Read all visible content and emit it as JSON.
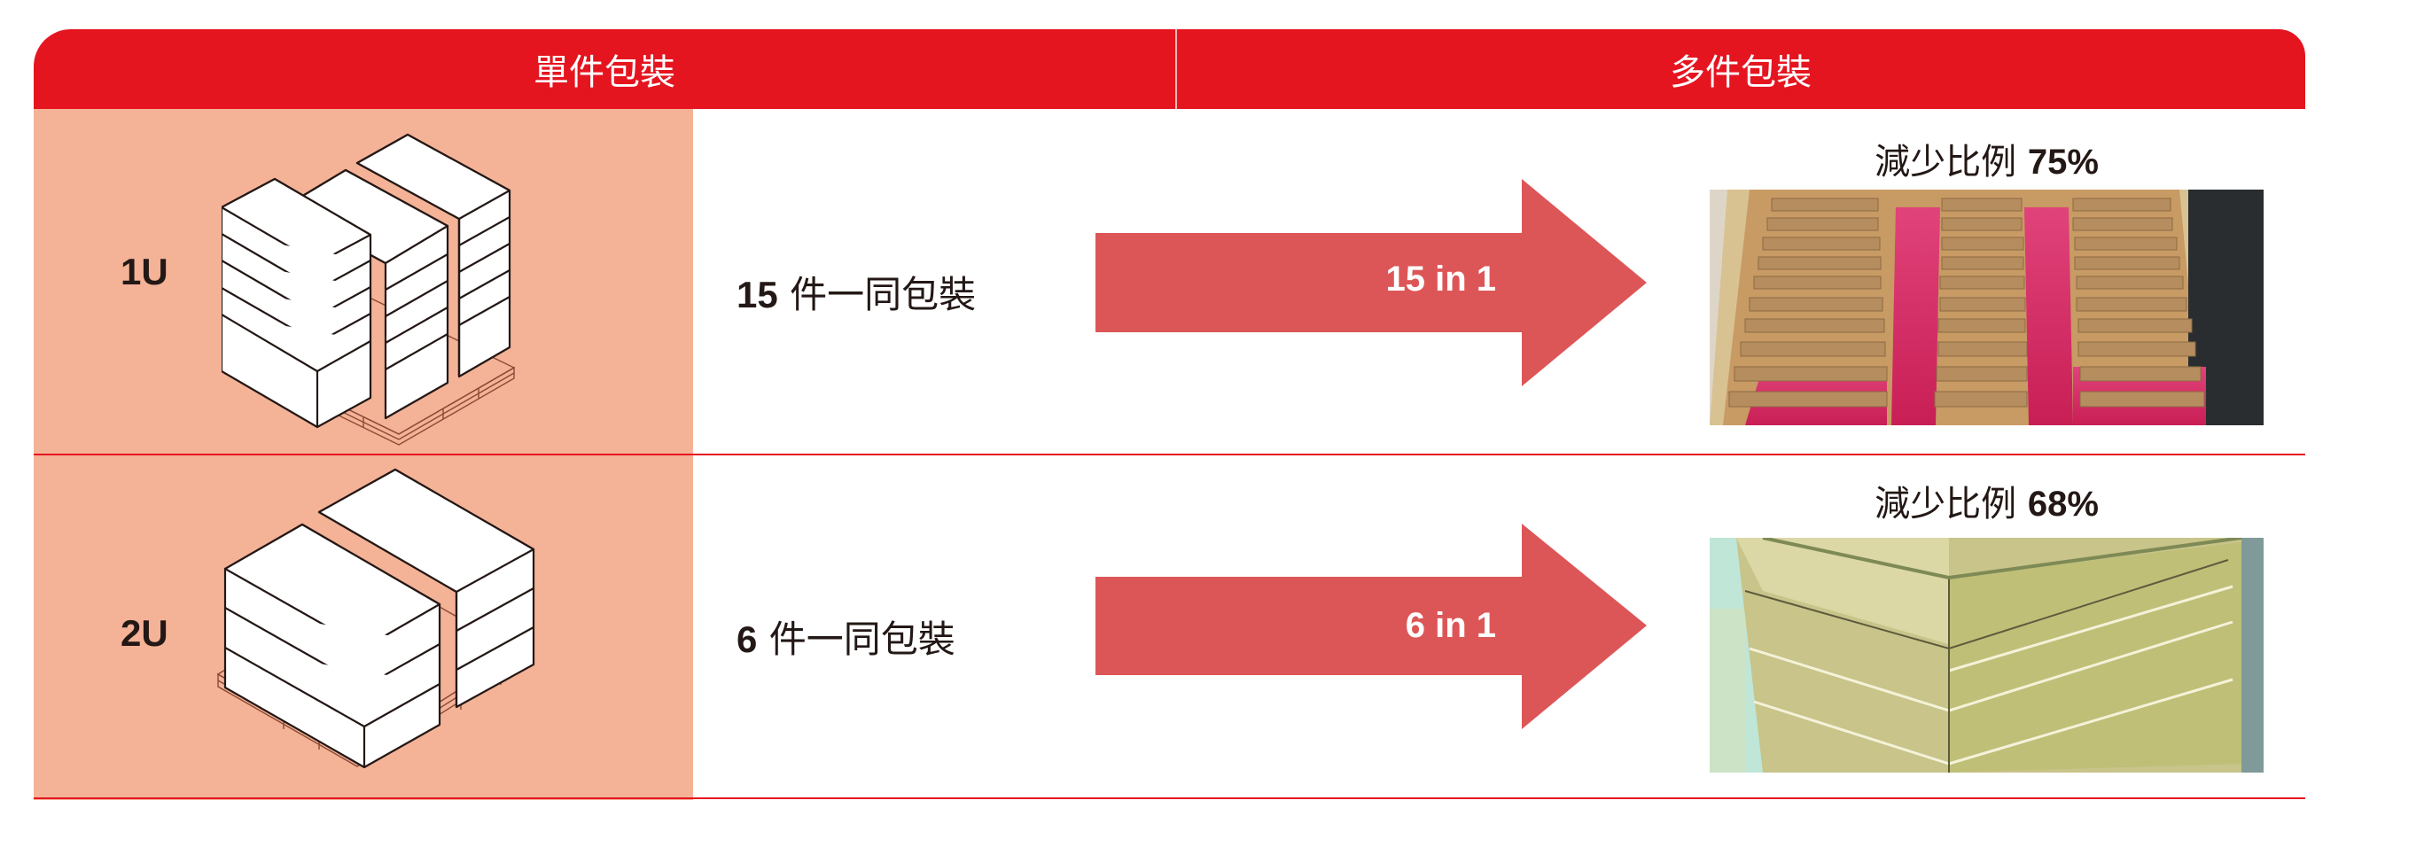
{
  "header": {
    "left_label": "單件包裝",
    "right_label": "多件包裝"
  },
  "rows": [
    {
      "unit": "1U",
      "quantity_number": "15",
      "quantity_text": " 件一同包裝",
      "arrow_label": "15 in 1",
      "reduction_label": "減少比例 ",
      "reduction_percent": "75%",
      "illustration": "pallet-with-15-boxes-icon",
      "photo": "multi-pack-box-with-dividers-photo"
    },
    {
      "unit": "2U",
      "quantity_number": "6",
      "quantity_text": " 件一同包裝",
      "arrow_label": "6 in 1",
      "reduction_label": "減少比例 ",
      "reduction_percent": "68%",
      "illustration": "pallet-with-6-boxes-icon",
      "photo": "stacked-cardboard-boxes-photo"
    }
  ],
  "colors": {
    "header_red": "#E51520",
    "panel_salmon": "#F4B297",
    "arrow_red": "#DD5657",
    "text_dark": "#231815"
  }
}
